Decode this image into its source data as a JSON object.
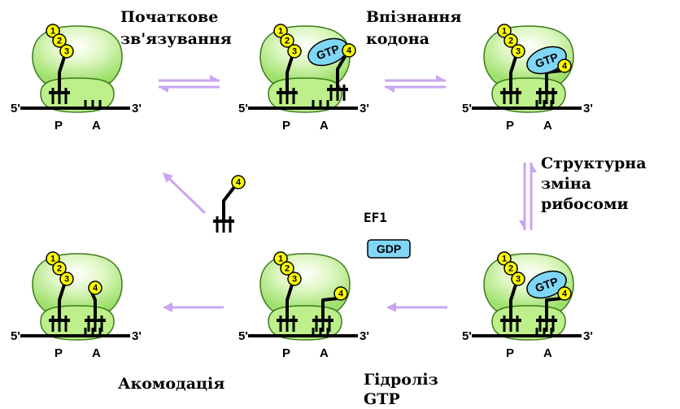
{
  "labels": {
    "initial_binding": [
      "Початкове",
      "зв'язування"
    ],
    "codon_recognition": [
      "Впізнання",
      "кодона"
    ],
    "structural_change": [
      "Структурна",
      "зміна",
      "рибосоми"
    ],
    "gtp_hydrolysis": [
      "Гідроліз",
      "GTP"
    ],
    "accommodation": [
      "Акомодація"
    ]
  },
  "ef_label": "EF1",
  "gdp_label": "GDP",
  "gtp_label": "GTP",
  "site_p": "P",
  "site_a": "A",
  "end_5": "5'",
  "end_3": "3'",
  "badges": [
    "1",
    "2",
    "3",
    "4"
  ],
  "colors": {
    "ribosome": "#bdf08a",
    "ribosome_edge": "#3c7a1c",
    "badge": "#ffff00",
    "gtp_fill": "#7fd6f5",
    "arrow": "#c9a6f0"
  }
}
